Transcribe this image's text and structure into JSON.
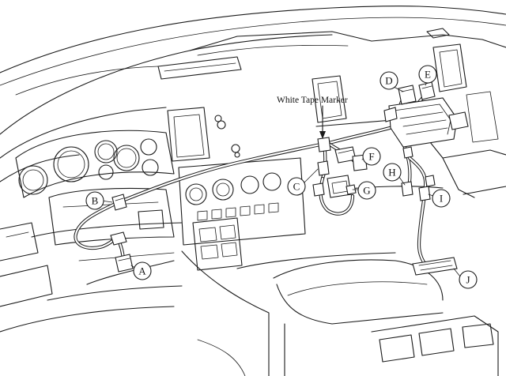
{
  "diagram": {
    "caption": "White Tape Marker",
    "callouts": [
      {
        "id": "A",
        "label": "A"
      },
      {
        "id": "B",
        "label": "B"
      },
      {
        "id": "C",
        "label": "C"
      },
      {
        "id": "D",
        "label": "D"
      },
      {
        "id": "E",
        "label": "E"
      },
      {
        "id": "F",
        "label": "F"
      },
      {
        "id": "G",
        "label": "G"
      },
      {
        "id": "H",
        "label": "H"
      },
      {
        "id": "I",
        "label": "I"
      },
      {
        "id": "J",
        "label": "J"
      }
    ],
    "line_color": "#1a1a1a",
    "background": "#ffffff"
  }
}
